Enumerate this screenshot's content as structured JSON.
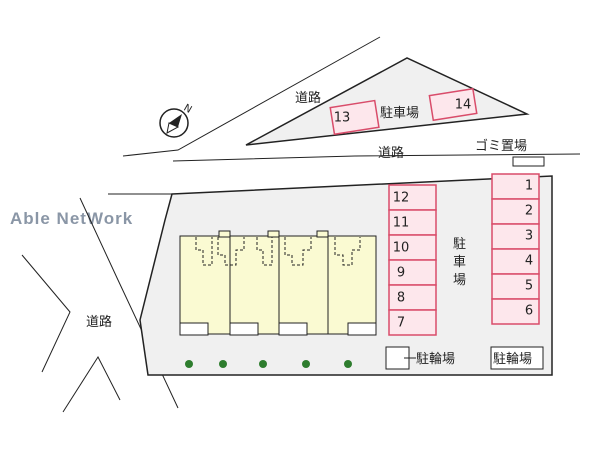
{
  "colors": {
    "site_fill": "#f0f0f0",
    "line": "#222222",
    "parking_fill": "#fde7ec",
    "parking_stroke": "#d94c6a",
    "building_fill": "#fafad2",
    "tree": "#2e7d2e",
    "watermark": "#8a96a6"
  },
  "watermark": "Able NetWork",
  "compass": {
    "icon": "north-arrow-icon",
    "letter": "N"
  },
  "labels": {
    "road_top": "道路",
    "road_mid": "道路",
    "road_left": "道路",
    "parking_top": "駐車場",
    "parking_main": [
      "駐",
      "車",
      "場"
    ],
    "garbage": "ゴミ置場",
    "bicycle_left": "駐輪場",
    "bicycle_right": "駐輪場"
  },
  "parking_top": [
    "13",
    "14"
  ],
  "parking_center": [
    "12",
    "11",
    "10",
    "9",
    "8",
    "7"
  ],
  "parking_right": [
    "1",
    "2",
    "3",
    "4",
    "5",
    "6"
  ],
  "building": {
    "units": 4
  },
  "trees": {
    "count": 5
  }
}
